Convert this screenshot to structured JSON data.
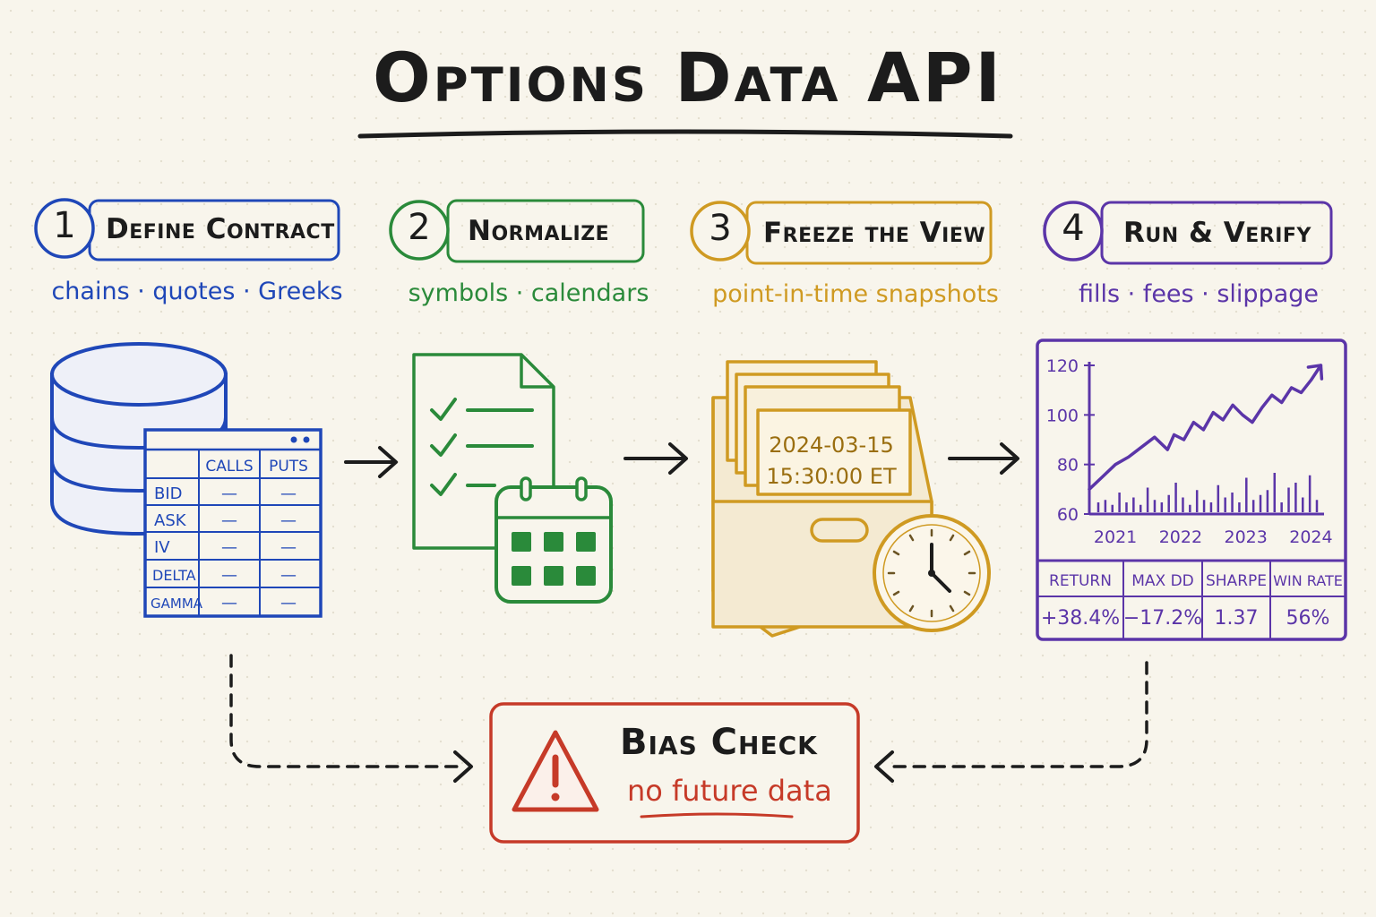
{
  "title": "Options Data API",
  "colors": {
    "blue": "#1f47b8",
    "green": "#2a8a3a",
    "gold": "#cf9a22",
    "purple": "#5b35a8",
    "red": "#c63a28",
    "ink": "#1c1c1c"
  },
  "steps": [
    {
      "number": "1",
      "label": "Define Contract",
      "subtitle": "chains · quotes · Greeks"
    },
    {
      "number": "2",
      "label": "Normalize",
      "subtitle": "symbols · calendars"
    },
    {
      "number": "3",
      "label": "Freeze the View",
      "subtitle": "point-in-time snapshots"
    },
    {
      "number": "4",
      "label": "Run & Verify",
      "subtitle": "fills · fees · slippage"
    }
  ],
  "quote_table": {
    "columns": [
      "CALLS",
      "PUTS"
    ],
    "rows": [
      {
        "label": "BID",
        "calls": "—",
        "puts": "—"
      },
      {
        "label": "ASK",
        "calls": "—",
        "puts": "—"
      },
      {
        "label": "IV",
        "calls": "—",
        "puts": "—"
      },
      {
        "label": "DELTA",
        "calls": "—",
        "puts": "—"
      },
      {
        "label": "GAMMA",
        "calls": "—",
        "puts": "—"
      }
    ]
  },
  "snapshot": {
    "date": "2024-03-15",
    "time": "15:30:00 ET"
  },
  "chart_data": {
    "type": "line",
    "x": [
      2020.8,
      2021.0,
      2021.2,
      2021.4,
      2021.6,
      2021.8,
      2022.0,
      2022.1,
      2022.25,
      2022.4,
      2022.55,
      2022.7,
      2022.85,
      2023.0,
      2023.15,
      2023.3,
      2023.45,
      2023.6,
      2023.75,
      2023.9,
      2024.05,
      2024.2,
      2024.35
    ],
    "y": [
      70,
      75,
      80,
      83,
      87,
      91,
      86,
      92,
      90,
      97,
      94,
      101,
      98,
      104,
      100,
      97,
      103,
      108,
      105,
      111,
      109,
      114,
      120
    ],
    "volume_bars": [
      4,
      5,
      3,
      8,
      4,
      6,
      3,
      10,
      5,
      4,
      7,
      12,
      6,
      3,
      9,
      5,
      4,
      11,
      6,
      8,
      4,
      14,
      5,
      7,
      9,
      16,
      4,
      10,
      12,
      6,
      15,
      5
    ],
    "x_ticks": [
      "2021",
      "2022",
      "2023",
      "2024"
    ],
    "y_ticks": [
      "120",
      "100",
      "80",
      "60"
    ],
    "ylim": [
      60,
      120
    ]
  },
  "metrics": {
    "headers": [
      "RETURN",
      "MAX DD",
      "SHARPE",
      "WIN RATE"
    ],
    "values": [
      "+38.4%",
      "−17.2%",
      "1.37",
      "56%"
    ]
  },
  "bias_check": {
    "title": "Bias Check",
    "subtitle": "no future data"
  }
}
